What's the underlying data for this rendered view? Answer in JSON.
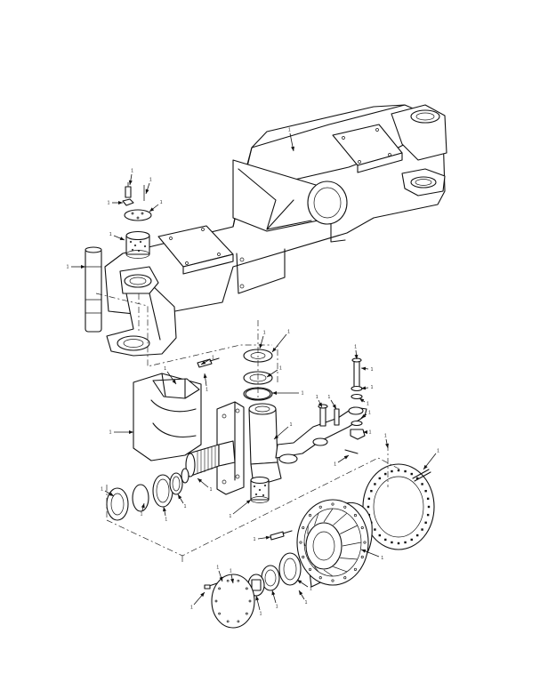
{
  "figure": {
    "callouts": [
      "1",
      "1",
      "1",
      "1",
      "1",
      "1",
      "1",
      "1",
      "1",
      "1",
      "1",
      "1",
      "1",
      "1",
      "1",
      "1",
      "1",
      "1",
      "1",
      "1",
      "1",
      "1",
      "1",
      "1",
      "1",
      "1",
      "1",
      "1",
      "1",
      "1",
      "1",
      "1",
      "1",
      "1",
      "1",
      "1",
      "1",
      "1",
      "1",
      "1",
      "1",
      "1"
    ]
  },
  "colors": {
    "line": "#111111",
    "background": "#ffffff"
  }
}
